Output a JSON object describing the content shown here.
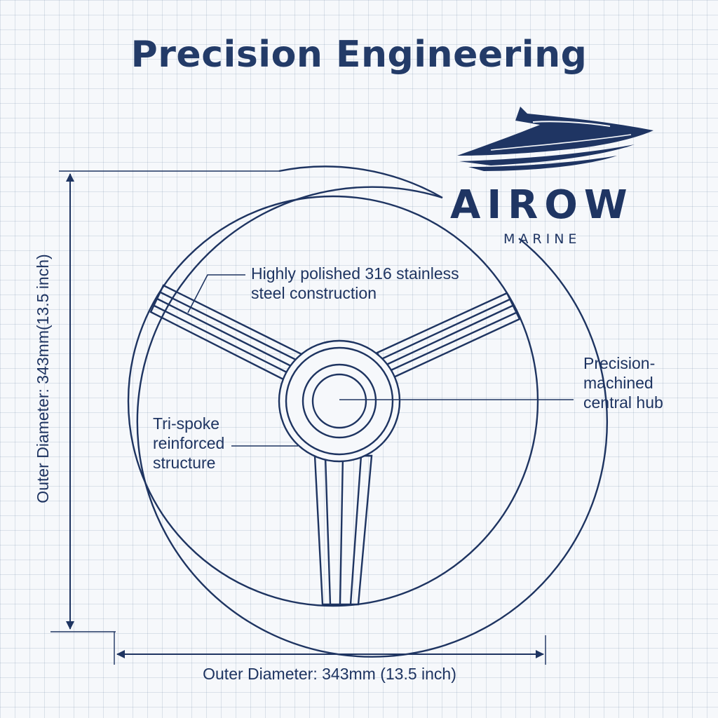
{
  "title": "Precision Engineering",
  "brand": {
    "name": "AIROW",
    "sub": "MARINE"
  },
  "callouts": {
    "material": "Highly polished 316 stainless steel construction",
    "hub": "Precision-machined central hub",
    "spokes": "Tri-spoke reinforced structure"
  },
  "dimensions": {
    "vertical": "Outer Diameter: 343mm(13.5 inch)",
    "horizontal": "Outer Diameter: 343mm (13.5 inch)"
  },
  "colors": {
    "ink": "#1e3461",
    "background": "#f6f8fb",
    "grid": "#c8d2e0"
  }
}
